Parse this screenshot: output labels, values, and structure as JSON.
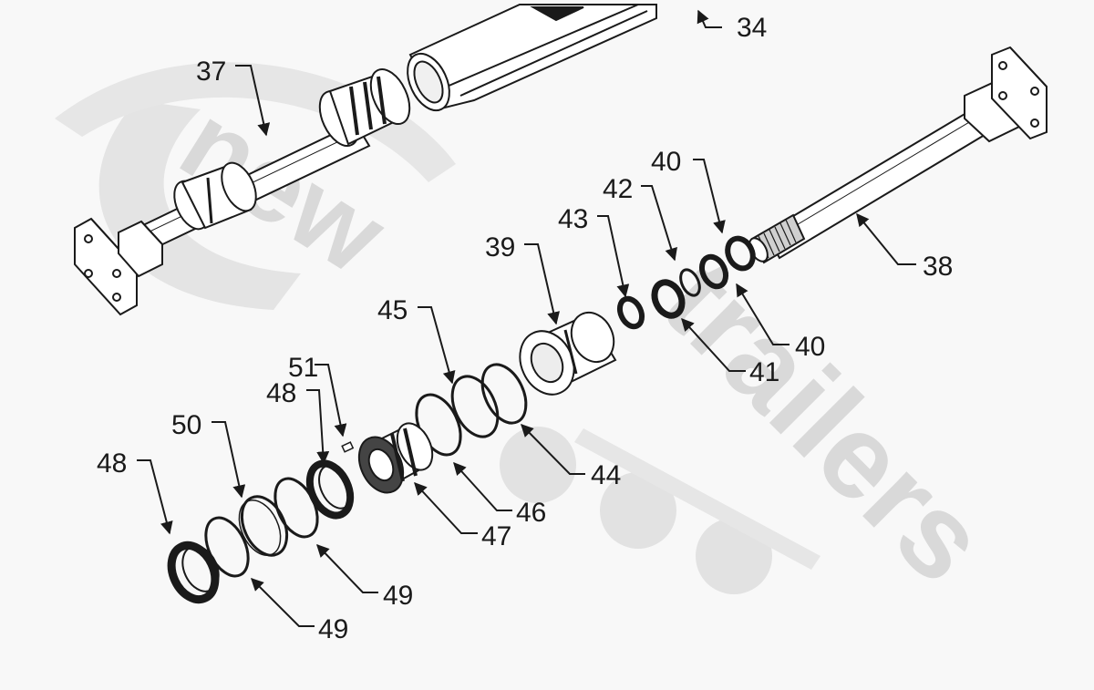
{
  "watermark": {
    "brand_line1": "new",
    "brand_line2": "trailers",
    "color": "#d9d9d9"
  },
  "parts": {
    "p34": "34",
    "p37": "37",
    "p38": "38",
    "p39": "39",
    "p40a": "40",
    "p40b": "40",
    "p41": "41",
    "p42": "42",
    "p43": "43",
    "p44": "44",
    "p45": "45",
    "p46": "46",
    "p47": "47",
    "p48a": "48",
    "p48b": "48",
    "p49a": "49",
    "p49b": "49",
    "p50": "50",
    "p51": "51"
  },
  "line_color": "#1a1a1a"
}
